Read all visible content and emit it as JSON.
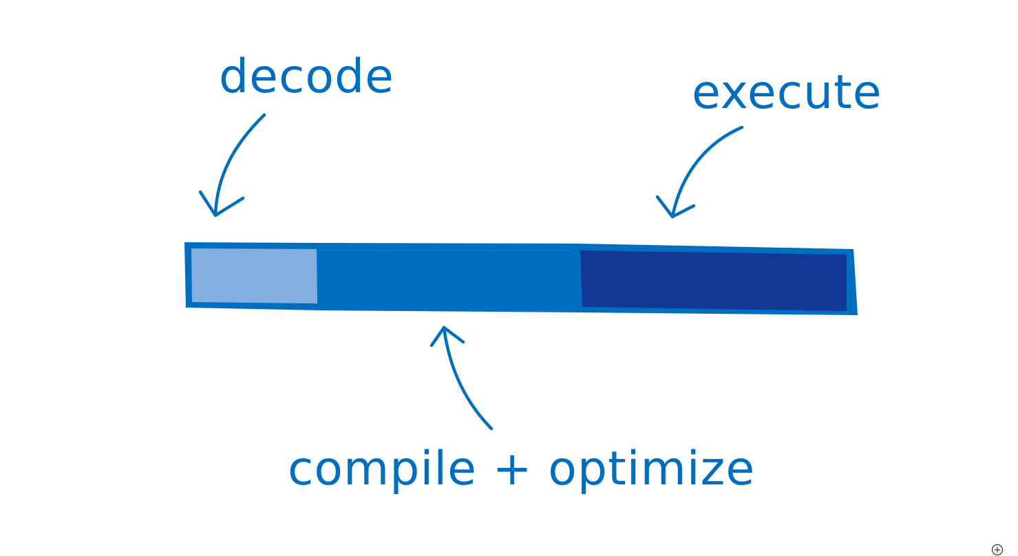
{
  "labels": {
    "decode": "decode",
    "execute": "execute",
    "compile_optimize": "compile + optimize"
  },
  "colors": {
    "decode_segment": "#84AEE0",
    "compile_segment": "#006EC0",
    "execute_segment": "#133795",
    "outline": "#006EC0",
    "text": "#006EC0",
    "background": "#FFFFFF"
  },
  "icons": {
    "zoom": "zoom-in-icon"
  }
}
